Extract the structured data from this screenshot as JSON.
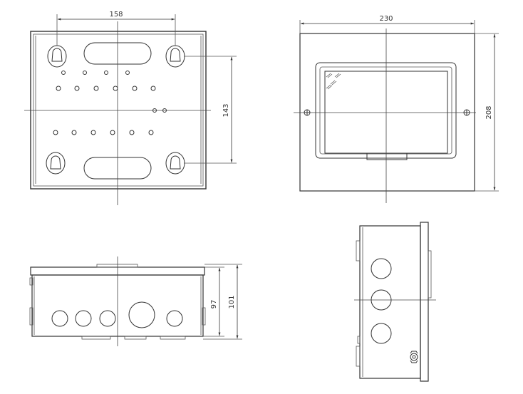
{
  "views": {
    "back": {
      "dim_width": "158",
      "dim_height": "143"
    },
    "front": {
      "dim_width": "230",
      "dim_height": "208"
    },
    "bottom": {
      "dim_inner": "97",
      "dim_outer": "101"
    },
    "side": {}
  },
  "colors": {
    "line": "#333333",
    "background": "#ffffff"
  }
}
